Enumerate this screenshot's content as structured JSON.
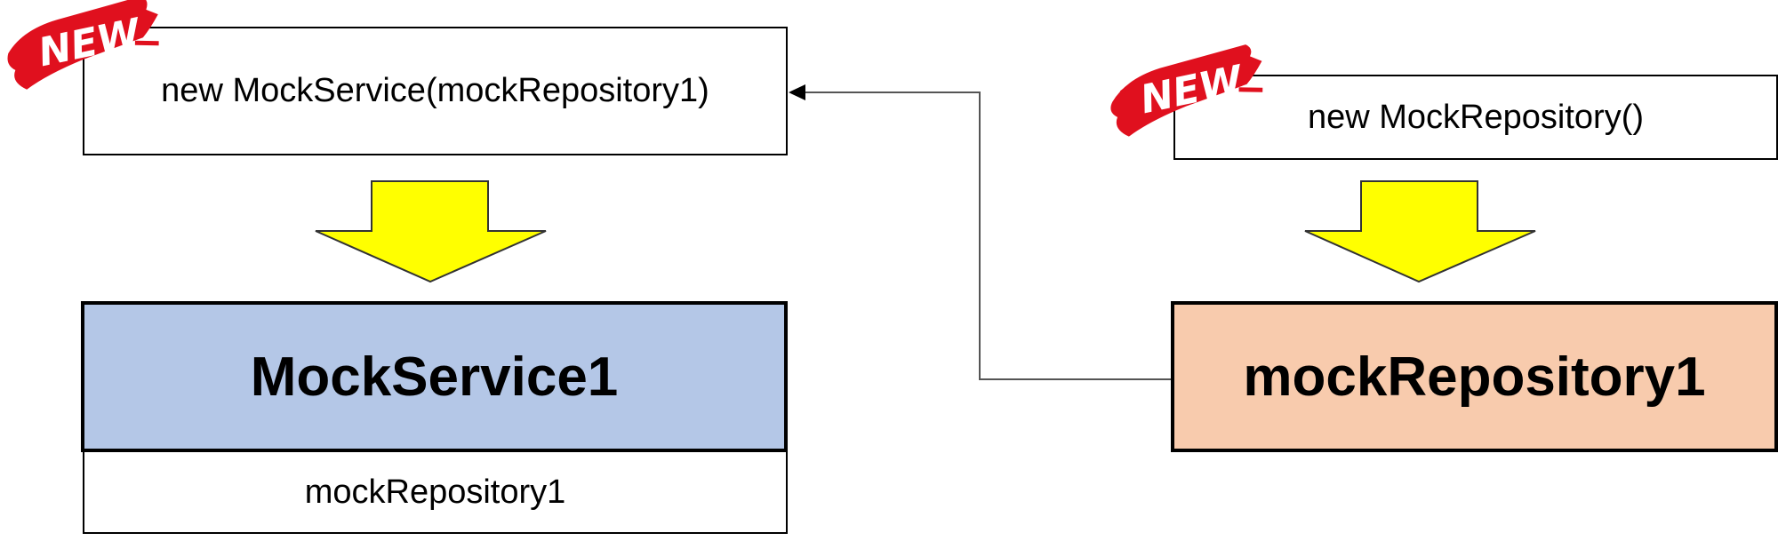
{
  "left_constructor": {
    "label": "new  MockService(mockRepository1)"
  },
  "right_constructor": {
    "label": "new  MockRepository()"
  },
  "service": {
    "title": "MockService1",
    "field": "mockRepository1",
    "fill": "#b4c7e7"
  },
  "repository": {
    "title": "mockRepository1",
    "fill": "#f8cbad"
  },
  "badges": {
    "left": "NEW",
    "right": "NEW",
    "color": "#e0101e"
  },
  "arrow_color": "#ffff00",
  "connector_color": "#555555"
}
